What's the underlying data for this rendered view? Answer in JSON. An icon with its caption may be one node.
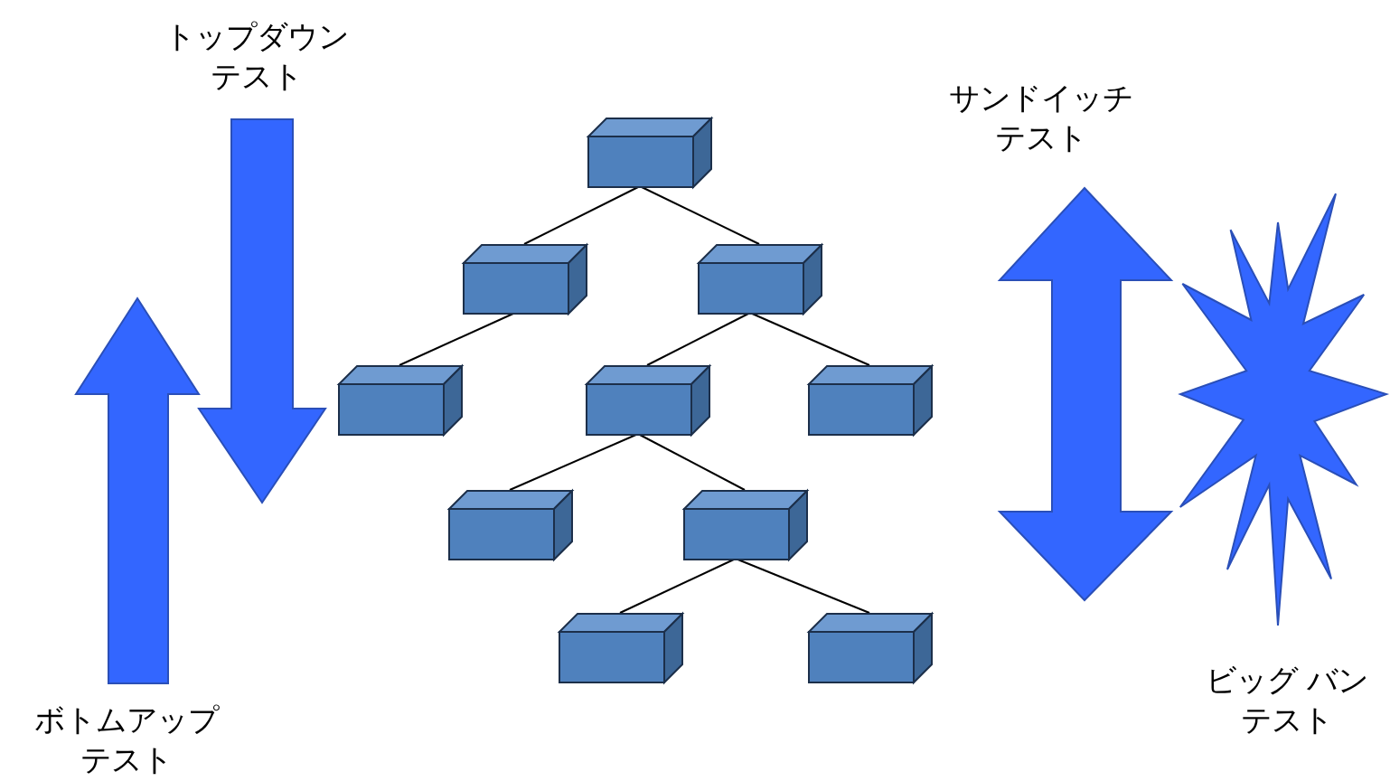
{
  "diagram": {
    "nodes": [
      {
        "text": [],
        "shape": "box"
      },
      {
        "text": [],
        "shape": "box"
      },
      {
        "text": [],
        "shape": "box"
      },
      {
        "text": [],
        "shape": "box"
      },
      {
        "text": [],
        "shape": "box"
      },
      {
        "text": [],
        "shape": "box"
      },
      {
        "text": [],
        "shape": "box"
      },
      {
        "text": [],
        "shape": "box"
      },
      {
        "text": [],
        "shape": "box"
      },
      {
        "text": [],
        "shape": "box"
      }
    ],
    "edges": [
      {
        "from": 0,
        "to": 1,
        "arrow": "none"
      },
      {
        "from": 0,
        "to": 2,
        "arrow": "none"
      },
      {
        "from": 1,
        "to": 3,
        "arrow": "none"
      },
      {
        "from": 2,
        "to": 4,
        "arrow": "none"
      },
      {
        "from": 2,
        "to": 5,
        "arrow": "none"
      },
      {
        "from": 4,
        "to": 6,
        "arrow": "none"
      },
      {
        "from": 4,
        "to": 7,
        "arrow": "none"
      },
      {
        "from": 7,
        "to": 8,
        "arrow": "none"
      },
      {
        "from": 7,
        "to": 9,
        "arrow": "none"
      }
    ],
    "labels": [
      "トップダウンテスト",
      "サンドイッチテスト",
      "ボトムアップテスト",
      "ビッグ バンテスト"
    ]
  }
}
